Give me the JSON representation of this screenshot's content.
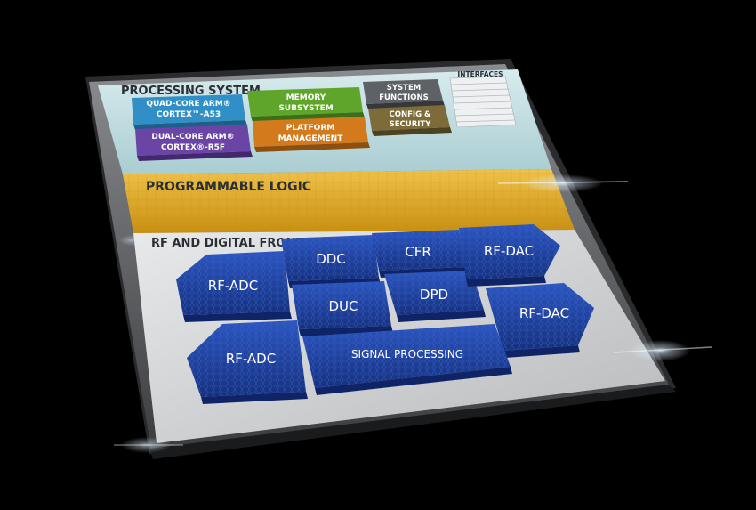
{
  "processing_system": {
    "title": "PROCESSING SYSTEM",
    "blocks": {
      "a53": {
        "line1": "QUAD-CORE ARM®",
        "line2": "CORTEX™-A53",
        "color": "#2f8fc6"
      },
      "r5f": {
        "line1": "DUAL-CORE ARM®",
        "line2": "CORTEX®-R5F",
        "color": "#6a45a6"
      },
      "memory": {
        "line1": "MEMORY",
        "line2": "SUBSYSTEM",
        "color": "#5fa52a"
      },
      "platform": {
        "line1": "PLATFORM",
        "line2": "MANAGEMENT",
        "color": "#d27a1c"
      },
      "system_functions": {
        "line1": "SYSTEM",
        "line2": "FUNCTIONS",
        "color": "#5e6166"
      },
      "config_security": {
        "line1": "CONFIG &",
        "line2": "SECURITY",
        "color": "#7d6b3a"
      }
    },
    "interfaces_label": "INTERFACES"
  },
  "programmable_logic": {
    "label": "PROGRAMMABLE LOGIC",
    "color": "#e0ab1e"
  },
  "rf_subsystem": {
    "title": "RF AND DIGITAL FRONT-END SUBSYSTEM",
    "block_color": "#1c3f9a",
    "blocks": {
      "rf_adc_1": "RF-ADC",
      "rf_adc_2": "RF-ADC",
      "ddc": "DDC",
      "duc": "DUC",
      "cfr": "CFR",
      "dpd": "DPD",
      "rf_dac_1": "RF-DAC",
      "rf_dac_2": "RF-DAC",
      "signal_processing": "SIGNAL PROCESSING"
    }
  }
}
